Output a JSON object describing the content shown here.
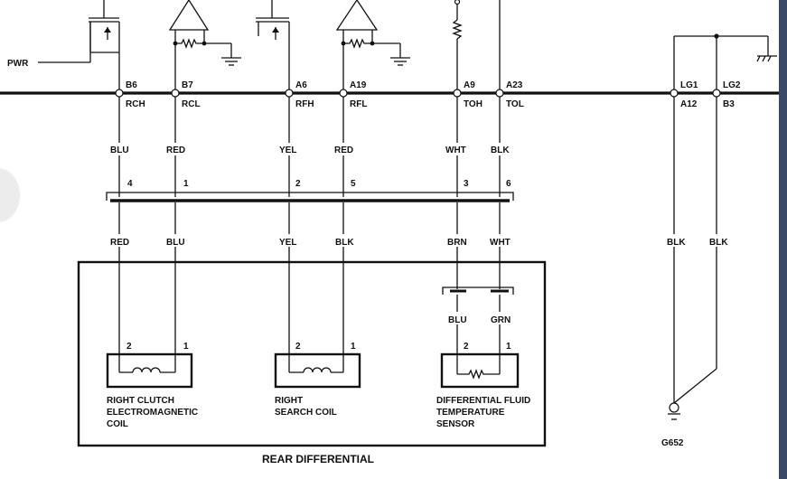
{
  "labels": {
    "pwr": "PWR"
  },
  "pins": [
    {
      "pin": "B6",
      "signal": "RCH",
      "color": "BLU"
    },
    {
      "pin": "B7",
      "signal": "RCL",
      "color": "RED"
    },
    {
      "pin": "A6",
      "signal": "RFH",
      "color": "YEL"
    },
    {
      "pin": "A19",
      "signal": "RFL",
      "color": "RED"
    },
    {
      "pin": "A9",
      "signal": "TOH",
      "color": "WHT"
    },
    {
      "pin": "A23",
      "signal": "TOL",
      "color": "BLK"
    }
  ],
  "connector_pins": [
    "4",
    "1",
    "2",
    "5",
    "3",
    "6"
  ],
  "lower_colors": [
    "RED",
    "BLU",
    "YEL",
    "BLK",
    "BRN",
    "WHT"
  ],
  "sensor_colors": [
    "BLU",
    "GRN"
  ],
  "component_pins": {
    "clutch": [
      "2",
      "1"
    ],
    "search": [
      "2",
      "1"
    ],
    "sensor": [
      "2",
      "1"
    ]
  },
  "components": {
    "clutch": [
      "RIGHT CLUTCH",
      "ELECTROMAGNETIC",
      "COIL"
    ],
    "search": [
      "RIGHT",
      "SEARCH COIL"
    ],
    "sensor": [
      "DIFFERENTIAL FLUID",
      "TEMPERATURE",
      "SENSOR"
    ]
  },
  "box_title": "REAR DIFFERENTIAL",
  "ground": {
    "lg1": "LG1",
    "lg2": "LG2",
    "a12": "A12",
    "b3": "B3",
    "color1": "BLK",
    "color2": "BLK",
    "g652": "G652"
  }
}
